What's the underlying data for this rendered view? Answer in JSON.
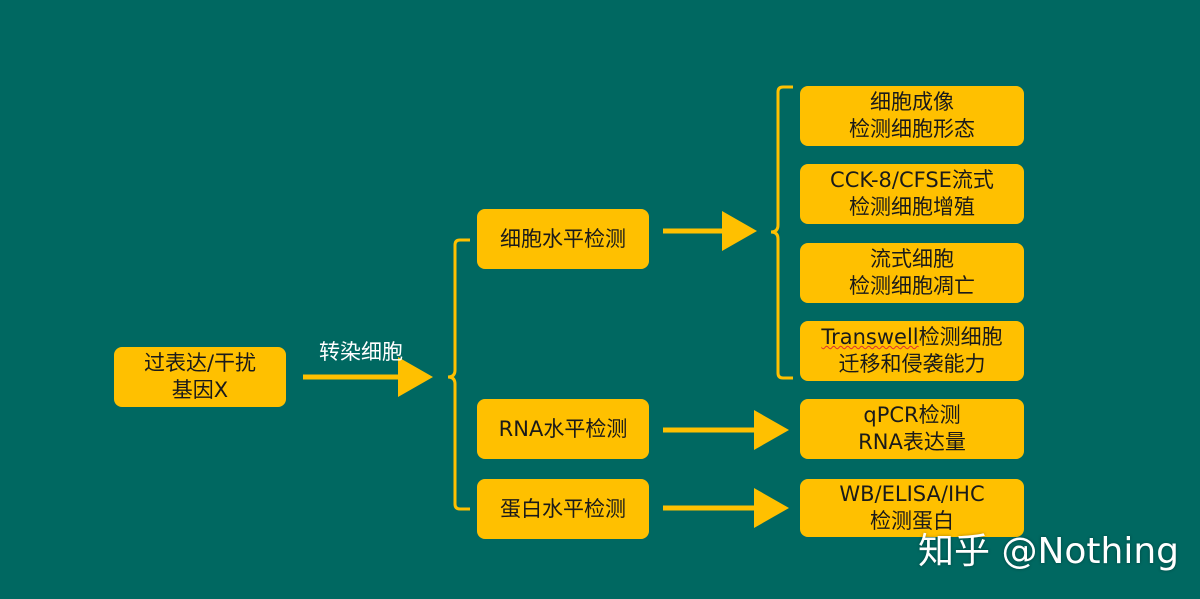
{
  "colors": {
    "background": "#006861",
    "node_fill": "#FFC000",
    "connector": "#FFC000",
    "text_on_node": "#1a1a1a",
    "text_on_bg": "#ffffff"
  },
  "root": {
    "line1": "过表达/干扰",
    "line2": "基因X"
  },
  "edge_label": "转染细胞",
  "level1": [
    {
      "label": "细胞水平检测"
    },
    {
      "label": "RNA水平检测"
    },
    {
      "label": "蛋白水平检测"
    }
  ],
  "level2": [
    {
      "line1": "细胞成像",
      "line2": "检测细胞形态"
    },
    {
      "line1": "CCK-8/CFSE流式",
      "line2": "检测细胞增殖"
    },
    {
      "line1": "流式细胞",
      "line2": "检测细胞凋亡"
    },
    {
      "line1_word": "Transwell",
      "line1_rest": "检测细胞",
      "line2": "迁移和侵袭能力"
    },
    {
      "line1": "qPCR检测",
      "line2": "RNA表达量"
    },
    {
      "line1": "WB/ELISA/IHC",
      "line2": "检测蛋白"
    }
  ],
  "watermark": "知乎 @Nothing"
}
